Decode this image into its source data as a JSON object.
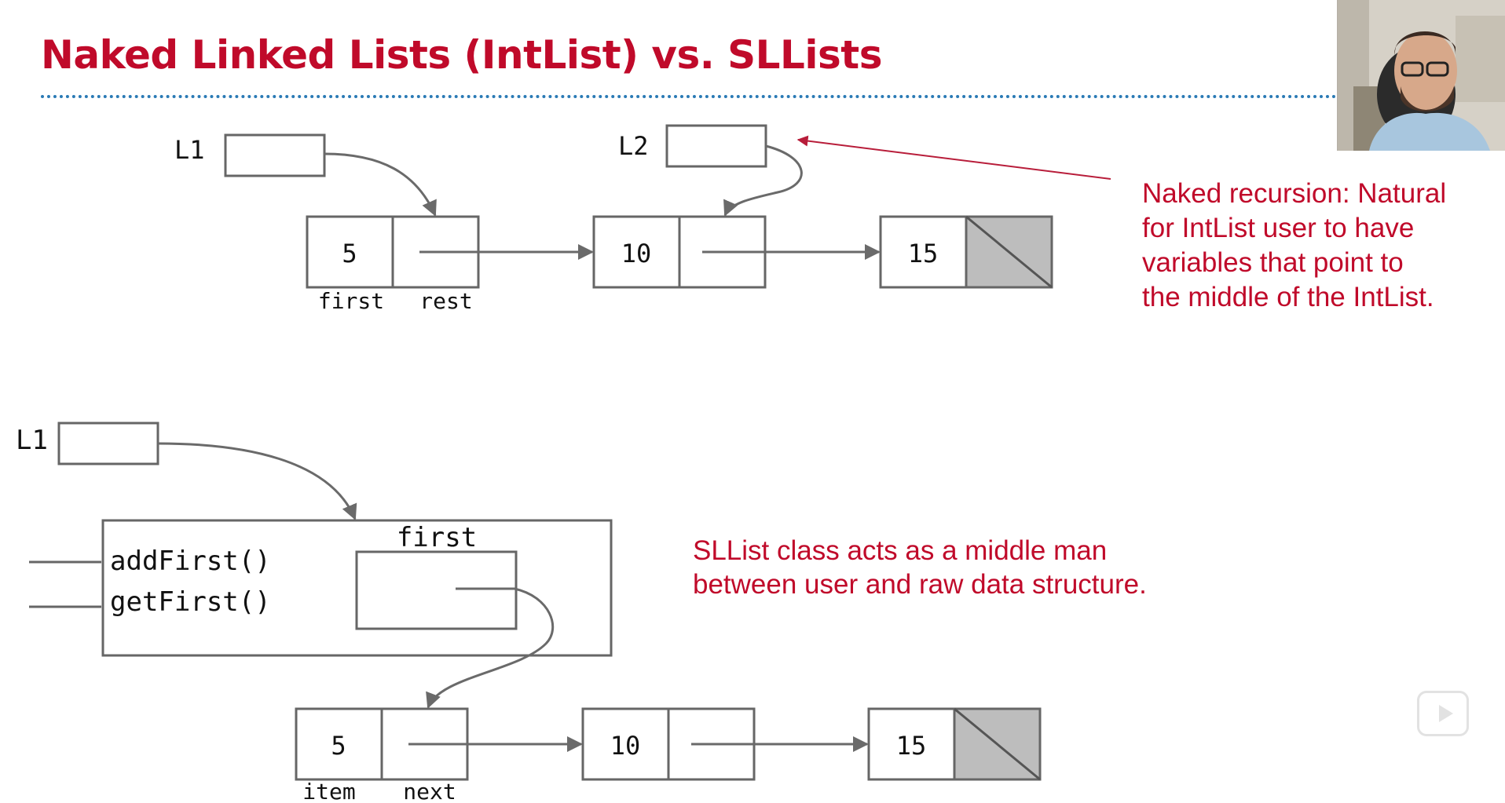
{
  "slide": {
    "title": "Naked Linked Lists (IntList) vs. SLLists"
  },
  "top_diagram": {
    "var1": "L1",
    "var2": "L2",
    "nodes": [
      "5",
      "10",
      "15"
    ],
    "field_labels": [
      "first",
      "rest"
    ],
    "note": "Naked recursion: Natural\nfor IntList user to have\nvariables that point to\nthe middle of the IntList."
  },
  "bottom_diagram": {
    "var": "L1",
    "methods": [
      "addFirst()",
      "getFirst()"
    ],
    "first_label": "first",
    "nodes": [
      "5",
      "10",
      "15"
    ],
    "field_labels": [
      "item",
      "next"
    ],
    "note": "SLList class acts as a middle man\nbetween user and raw data structure."
  },
  "colors": {
    "title": "#c00a2a",
    "note": "#c00a2a",
    "rule": "#2a7ab5",
    "box_stroke": "#666666",
    "null_fill": "#bdbdbd"
  },
  "icons": {
    "player": "play-icon",
    "webcam": "presenter-webcam"
  }
}
